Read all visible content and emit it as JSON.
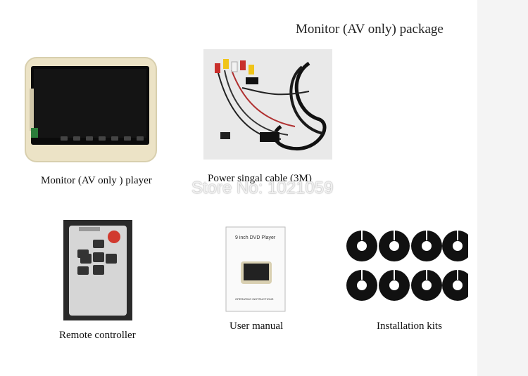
{
  "heading": "Monitor (AV only) package",
  "watermark": "Store No: 1021059",
  "items": [
    {
      "caption": "Monitor (AV only ) player"
    },
    {
      "caption": "Power singal cable (3M)"
    },
    {
      "caption": "Remote controller"
    },
    {
      "caption": "User manual"
    },
    {
      "caption": "Installation kits"
    }
  ],
  "manual": {
    "cover_title": "9 inch DVD Player",
    "cover_footer": "OPERATING INSTRUCTIONS"
  },
  "colors": {
    "monitor_frame": "#ece3c6",
    "screen": "#0b0b0b",
    "remote_body": "#d6d6d6",
    "remote_button": "#333333",
    "remote_power": "#d13a2f",
    "kit_ring": "#111111"
  }
}
